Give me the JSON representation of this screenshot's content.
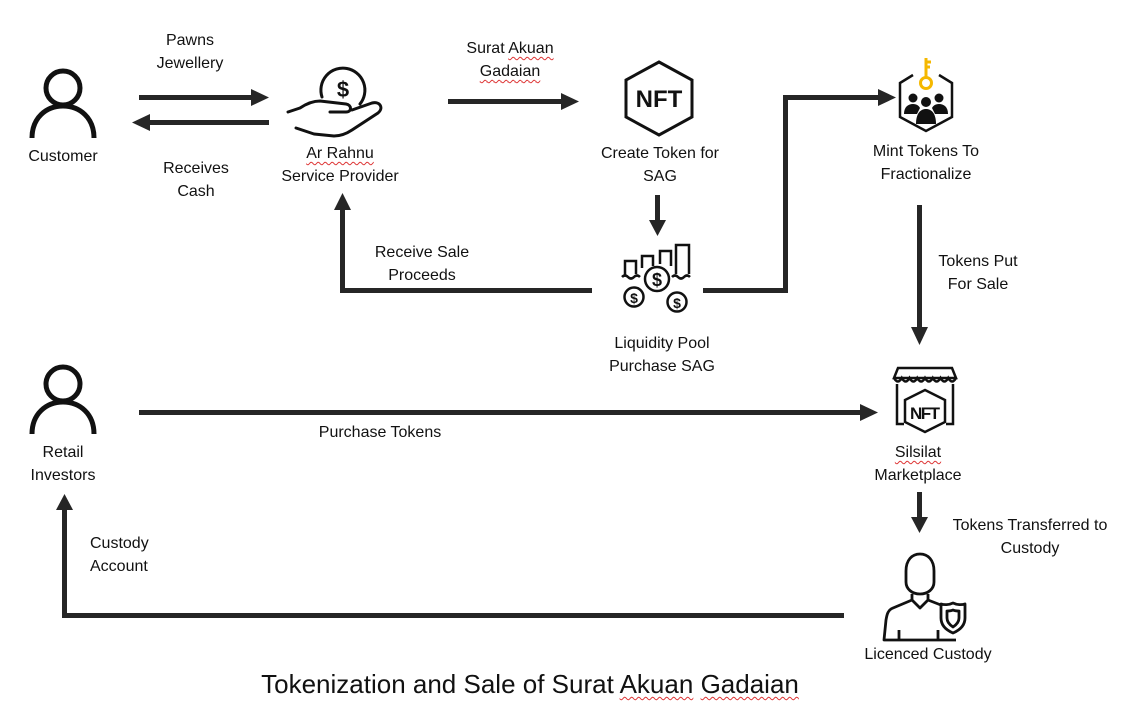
{
  "diagram": {
    "title": {
      "prefix": "Tokenization and Sale of Surat ",
      "akuan": "Akuan",
      "space": " ",
      "gadaian": "Gadaian"
    },
    "nodes": {
      "customer": {
        "lines": [
          "Customer"
        ],
        "icon": "person-icon"
      },
      "ar_rahnu": {
        "line1": "Ar Rahnu",
        "line2": "Service Provider",
        "icon": "hand-holding-dollar-icon"
      },
      "create_token": {
        "lines": [
          "Create Token for",
          "SAG"
        ],
        "icon": "nft-hexagon-icon"
      },
      "mint_tokens": {
        "lines": [
          "Mint Tokens To",
          "Fractionalize"
        ],
        "icon": "key-group-hexagon-icon"
      },
      "liquidity_pool": {
        "lines": [
          "Liquidity Pool",
          "Purchase SAG"
        ],
        "icon": "liquidity-pool-coins-icon"
      },
      "retail_investors": {
        "lines": [
          "Retail",
          "Investors"
        ],
        "icon": "person-icon"
      },
      "silsilat": {
        "line1": "Silsilat",
        "line2": "Marketplace",
        "icon": "nft-marketplace-store-icon"
      },
      "custody": {
        "lines": [
          "Licenced Custody"
        ],
        "icon": "custodian-shield-icon"
      }
    },
    "edges": {
      "pawns": {
        "lines": [
          "Pawns",
          "Jewellery"
        ]
      },
      "receives_cash": {
        "lines": [
          "Receives",
          "Cash"
        ]
      },
      "sag": {
        "line1": "Surat Akuan",
        "line2": "Gadaian"
      },
      "sale_proceeds": {
        "lines": [
          "Receive Sale",
          "Proceeds"
        ]
      },
      "put_for_sale": {
        "lines": [
          "Tokens Put",
          "For Sale"
        ]
      },
      "purchase_tokens": {
        "lines": [
          "Purchase Tokens"
        ]
      },
      "transferred": {
        "lines": [
          "Tokens Transferred to",
          "Custody"
        ]
      },
      "custody_account": {
        "lines": [
          "Custody",
          "Account"
        ]
      }
    },
    "colors": {
      "arrow": "#262626",
      "icon": "#111111",
      "key_accent": "#f5b800",
      "spellcheck": "#dd3333"
    }
  }
}
